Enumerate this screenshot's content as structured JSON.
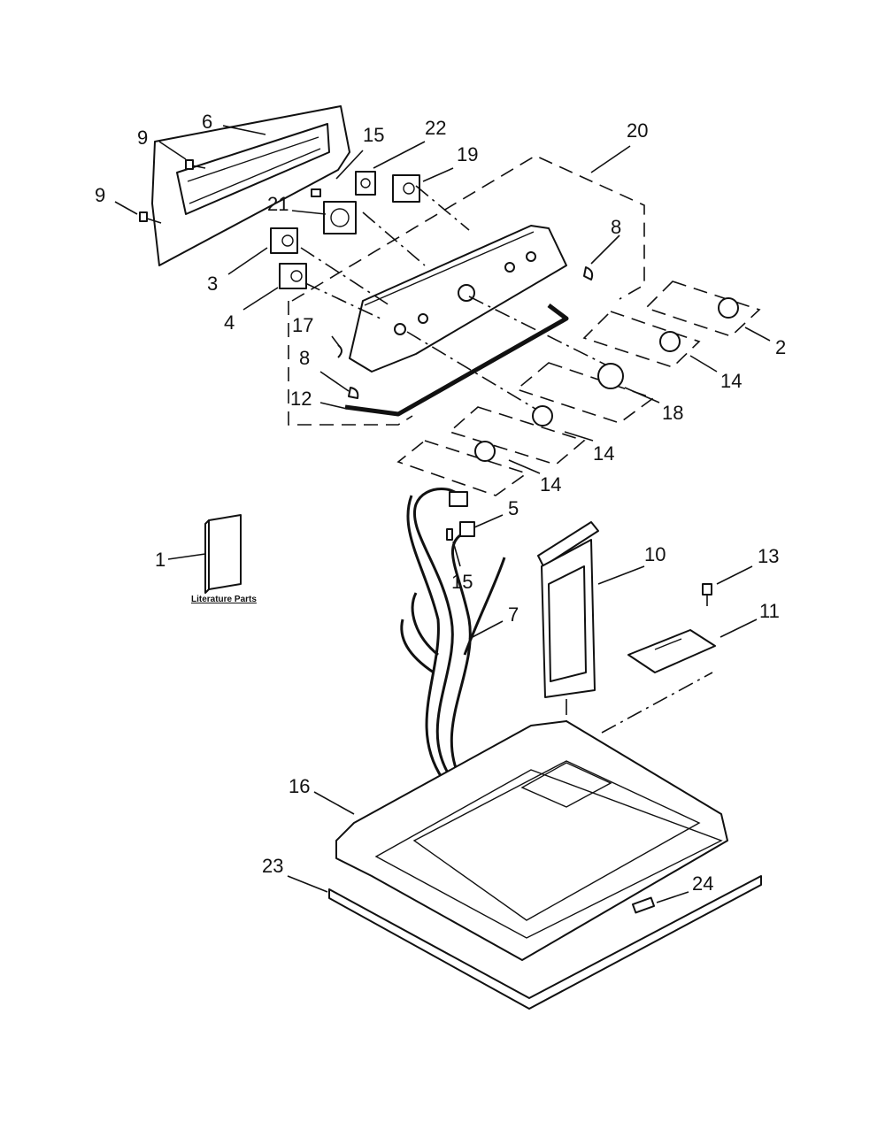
{
  "diagram": {
    "labels": {
      "l1": "1",
      "l2": "2",
      "l3": "3",
      "l4": "4",
      "l5": "5",
      "l6": "6",
      "l7": "7",
      "l8a": "8",
      "l8b": "8",
      "l9a": "9",
      "l9b": "9",
      "l10": "10",
      "l11": "11",
      "l12": "12",
      "l13": "13",
      "l14a": "14",
      "l14b": "14",
      "l14c": "14",
      "l15a": "15",
      "l15b": "15",
      "l16": "16",
      "l17": "17",
      "l18": "18",
      "l19": "19",
      "l20": "20",
      "l21": "21",
      "l22": "22",
      "l23": "23",
      "l24": "24"
    },
    "literature_caption": "Literature Parts"
  }
}
